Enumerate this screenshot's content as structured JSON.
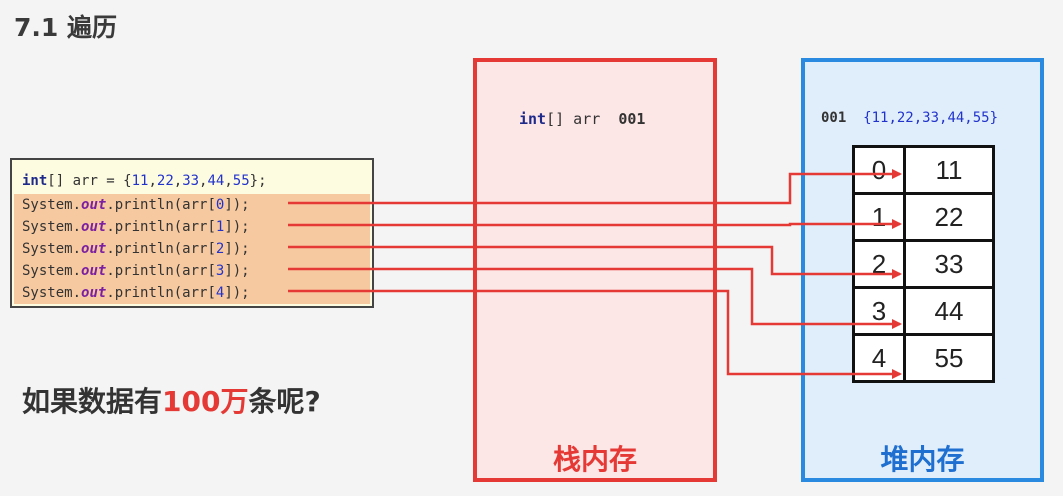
{
  "title": "7.1 遍历",
  "code": {
    "line0": {
      "kw": "int",
      "rest": "[] arr = {",
      "nums": [
        "11",
        "22",
        "33",
        "44",
        "55"
      ],
      "end": "};"
    },
    "print_prefix": "System.",
    "print_out": "out",
    "print_mid": ".println(arr[",
    "print_end": "]);",
    "indices": [
      "0",
      "1",
      "2",
      "3",
      "4"
    ]
  },
  "question": {
    "before": "如果数据有",
    "highlight": "100万",
    "after": "条呢?"
  },
  "stack": {
    "label": "栈内存",
    "var_kw": "int",
    "var_text": "[] arr  ",
    "address": "001"
  },
  "heap": {
    "label": "堆内存",
    "address": "001",
    "values_text": "{11,22,33,44,55}",
    "indices": [
      "0",
      "1",
      "2",
      "3",
      "4"
    ],
    "values": [
      "11",
      "22",
      "33",
      "44",
      "55"
    ]
  },
  "colors": {
    "stack_border": "#e53935",
    "heap_border": "#2a8ae0",
    "arrow": "#e53935"
  }
}
